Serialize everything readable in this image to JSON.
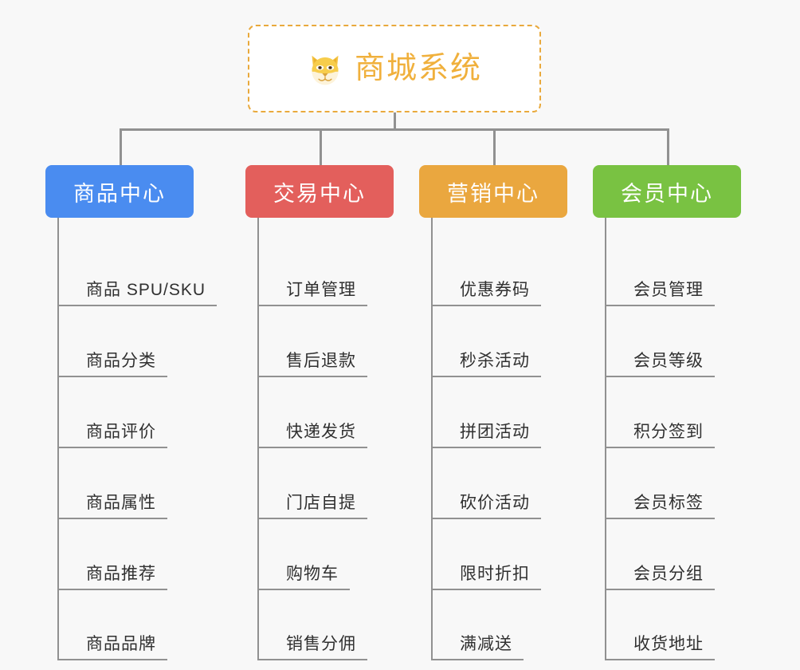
{
  "diagram": {
    "kind": "mind-map",
    "background_color": "#f8f8f8",
    "root": {
      "title": "商城系统",
      "icon": "dog-face-emoji",
      "text_color": "#f0b03c",
      "border_color": "#e9a93c",
      "background_color": "#ffffff"
    },
    "connector_color": "#919191",
    "branches": [
      {
        "id": "product-center",
        "label": "商品中心",
        "color": "#4a8cf0",
        "items": [
          "商品 SPU/SKU",
          "商品分类",
          "商品评价",
          "商品属性",
          "商品推荐",
          "商品品牌"
        ]
      },
      {
        "id": "trade-center",
        "label": "交易中心",
        "color": "#e35f5c",
        "items": [
          "订单管理",
          "售后退款",
          "快递发货",
          "门店自提",
          "购物车",
          "销售分佣"
        ]
      },
      {
        "id": "marketing-center",
        "label": "营销中心",
        "color": "#eaa73f",
        "items": [
          "优惠券码",
          "秒杀活动",
          "拼团活动",
          "砍价活动",
          "限时折扣",
          "满减送"
        ]
      },
      {
        "id": "member-center",
        "label": "会员中心",
        "color": "#79c242",
        "items": [
          "会员管理",
          "会员等级",
          "积分签到",
          "会员标签",
          "会员分组",
          "收货地址"
        ]
      }
    ]
  }
}
